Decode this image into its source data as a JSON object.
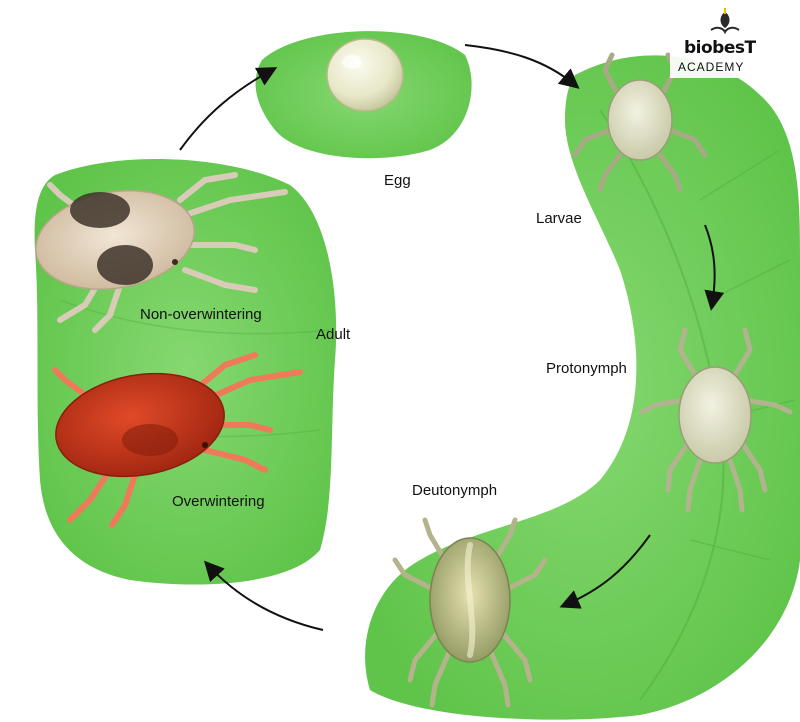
{
  "logo": {
    "brand": "biobesT",
    "sub": "ACADEMY"
  },
  "stages": {
    "egg": "Egg",
    "larvae": "Larvae",
    "protonymph": "Protonymph",
    "deutonymph": "Deutonymph",
    "adult": "Adult",
    "non_overwintering": "Non-overwintering",
    "overwintering": "Overwintering"
  },
  "colors": {
    "leaf": "#6fce5a",
    "leaf_light": "#8fdc79",
    "mite_pale": "#e6e6cf",
    "mite_red": "#c8321a",
    "mite_beige": "#e9d9c4",
    "mite_spot": "#3e342a"
  }
}
